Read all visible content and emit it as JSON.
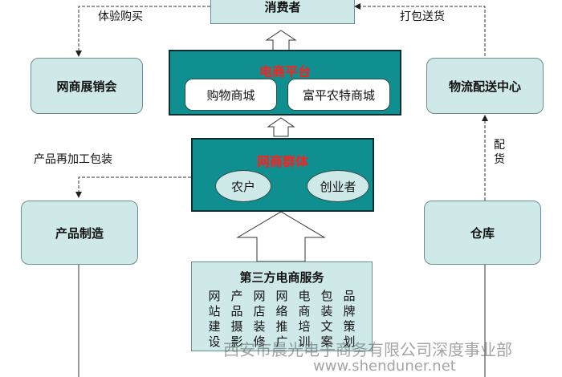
{
  "nodes": {
    "consumer": "消费者",
    "online_fair": "网商展销会",
    "logistics_center": "物流配送中心",
    "ecommerce_platform": {
      "title": "电商平台",
      "items": [
        "购物商城",
        "富平农特商城"
      ]
    },
    "online_group": {
      "title": "网商群体",
      "items": [
        "农户",
        "创业者"
      ]
    },
    "product_manufacturing": "产品制造",
    "warehouse": "仓库",
    "third_party_services": {
      "title": "第三方电商服务",
      "grid": [
        [
          "网",
          "产",
          "网",
          "网",
          "电",
          "包",
          "品"
        ],
        [
          "站",
          "品",
          "店",
          "络",
          "商",
          "装",
          "牌"
        ],
        [
          "建",
          "摄",
          "装",
          "推",
          "培",
          "文",
          "策"
        ],
        [
          "设",
          "影",
          "修",
          "广",
          "训",
          "案",
          "划"
        ]
      ]
    }
  },
  "edge_labels": {
    "experience_purchase": "体验购买",
    "pack_ship": "打包送货",
    "reprocess_package": "产品再加工包装",
    "distribution": "配货"
  },
  "watermark": {
    "company": "西安市晨光电子商务有限公司深度事业部",
    "site": "www.shenduner.net"
  },
  "colors": {
    "teal": "#0f8f8f",
    "light_teal": "#cfe9e9",
    "title_red": "#ff1f1f"
  }
}
